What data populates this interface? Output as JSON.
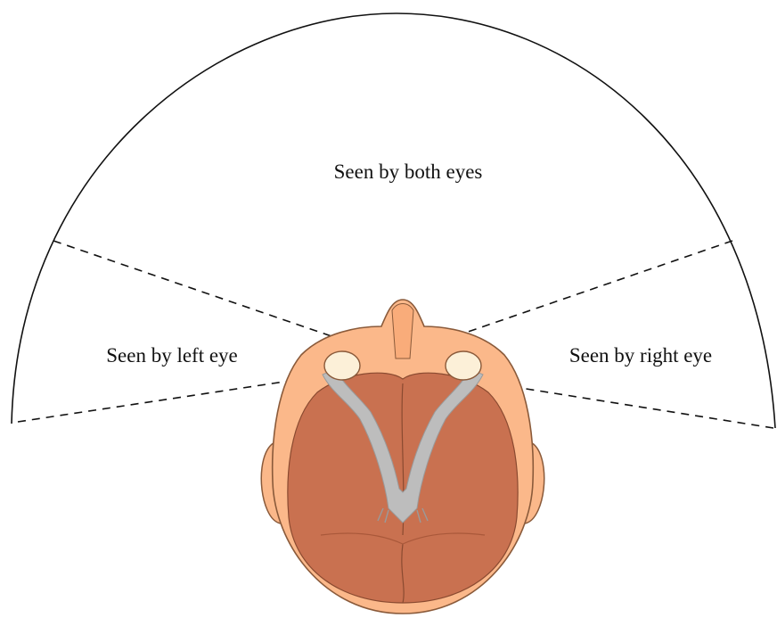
{
  "labels": {
    "both": "Seen by both eyes",
    "left": "Seen by left eye",
    "right": "Seen by right eye"
  },
  "colors": {
    "skin": "#FBB88A",
    "skin_outline": "#8A5A3A",
    "brain": "#C97150",
    "brain_shadow": "#B45E40",
    "nerve": "#BDBDBD",
    "nerve_light": "#E6E6E6",
    "eye": "#FCF0D8",
    "line": "#111111"
  }
}
